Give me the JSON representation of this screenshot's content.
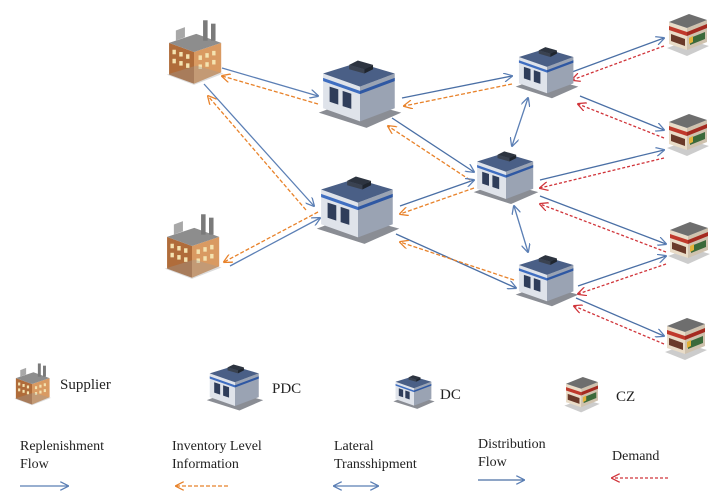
{
  "legend": {
    "supplier": "Supplier",
    "pdc": "PDC",
    "dc": "DC",
    "cz": "CZ",
    "replenishment_line1": "Replenishment",
    "replenishment_line2": "Flow",
    "inventory_line1": "Inventory Level",
    "inventory_line2": "Information",
    "lateral_line1": "Lateral",
    "lateral_line2": "Transshipment",
    "distribution_line1": "Distribution",
    "distribution_line2": "Flow",
    "demand": "Demand"
  },
  "colors": {
    "replenishment": "#5b7fb5",
    "inventory": "#e8822a",
    "lateral": "#5b7fb5",
    "distribution": "#4a6fa5",
    "demand": "#d0343a",
    "factory_brick": "#c98a52",
    "warehouse_roof": "#4a5f86",
    "store_red": "#c0392b"
  },
  "icons": {
    "supplier": "factory-icon",
    "pdc": "warehouse-icon",
    "dc": "small-warehouse-icon",
    "cz": "store-icon"
  }
}
